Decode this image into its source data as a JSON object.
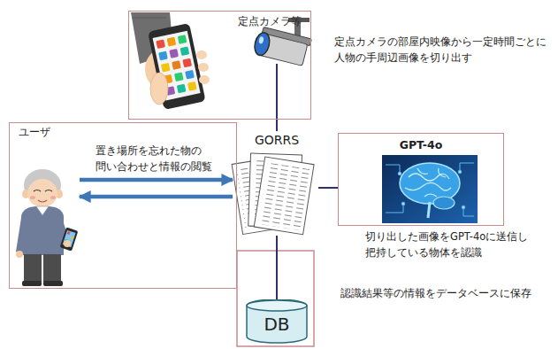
{
  "diagram": {
    "nodes": [
      {
        "text": [
          "定点カメラ等"
        ]
      },
      {
        "text": [
          "ユーザ"
        ]
      },
      {
        "text": [
          "GORRS"
        ]
      },
      {
        "text": [
          "GPT-4o"
        ]
      },
      {
        "text": [
          "DB"
        ]
      }
    ],
    "edges": [
      {
        "from": 1,
        "to": 2,
        "arrow": "to",
        "label": "置き場所を忘れた物の 問い合わせと情報の閲覧"
      },
      {
        "from": 2,
        "to": 1,
        "arrow": "to"
      },
      {
        "from": 0,
        "to": 2,
        "arrow": "none"
      },
      {
        "from": 2,
        "to": 3,
        "arrow": "none"
      },
      {
        "from": 2,
        "to": 4,
        "arrow": "none"
      }
    ],
    "labels": [
      "定点カメラの部屋内映像から一定時間ごとに 人物の手周辺画像を切り出す",
      "切り出した画像をGPT-4oに送信し 把持している物体を認識",
      "認識結果等の情報をデータベースに保存"
    ]
  }
}
